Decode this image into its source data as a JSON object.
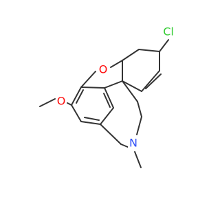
{
  "molecule": {
    "atoms": [
      {
        "key": "chlorine",
        "element": "Cl",
        "color": "#33cc33"
      },
      {
        "key": "ether-oxygen",
        "element": "O",
        "color": "#ff0d0d"
      },
      {
        "key": "methoxy-oxygen",
        "element": "O",
        "color": "#ff0d0d"
      },
      {
        "key": "amine-nitrogen",
        "element": "N",
        "color": "#3050f8"
      }
    ],
    "bond_color": "#333333",
    "background": "#ffffff"
  }
}
